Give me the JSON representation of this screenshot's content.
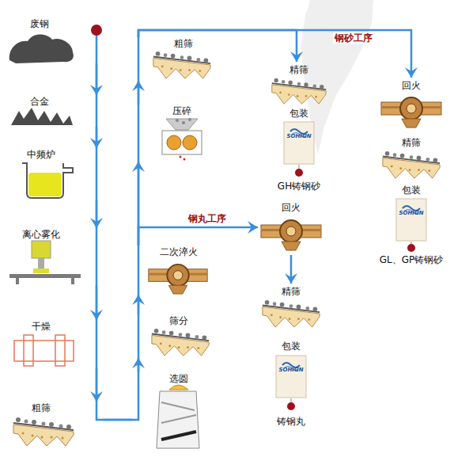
{
  "diagram": {
    "nodes": [
      {
        "text": [
          "废钢"
        ]
      },
      {
        "text": [
          "合金"
        ]
      },
      {
        "text": [
          "中频炉"
        ]
      },
      {
        "text": [
          "离心雾化"
        ]
      },
      {
        "text": [
          "干燥"
        ]
      },
      {
        "text": [
          "粗筛"
        ]
      },
      {
        "text": [
          "选圆"
        ]
      },
      {
        "text": [
          "筛分"
        ]
      },
      {
        "text": [
          "二次淬火"
        ]
      },
      {
        "text": [
          "压碎"
        ]
      },
      {
        "text": [
          "粗筛"
        ]
      },
      {
        "text": [
          "精筛"
        ]
      },
      {
        "text": [
          "包装",
          "GH铸钢砂"
        ]
      },
      {
        "text": [
          "回火"
        ]
      },
      {
        "text": [
          "精筛"
        ]
      },
      {
        "text": [
          "包装",
          "GL、GP铸钢砂"
        ]
      },
      {
        "text": [
          "回火"
        ]
      },
      {
        "text": [
          "精筛"
        ]
      },
      {
        "text": [
          "包装",
          "铸钢丸"
        ]
      }
    ],
    "edges": [
      {
        "from": 0,
        "to": 1,
        "arrow": "to"
      },
      {
        "from": 1,
        "to": 2,
        "arrow": "to"
      },
      {
        "from": 2,
        "to": 3,
        "arrow": "to"
      },
      {
        "from": 3,
        "to": 4,
        "arrow": "to"
      },
      {
        "from": 4,
        "to": 5,
        "arrow": "to"
      },
      {
        "from": 5,
        "to": 6,
        "arrow": "none"
      },
      {
        "from": 6,
        "to": 7,
        "arrow": "to"
      },
      {
        "from": 7,
        "to": 8,
        "arrow": "to"
      },
      {
        "from": 8,
        "to": 9,
        "arrow": "to"
      },
      {
        "from": 9,
        "to": 10,
        "arrow": "to"
      },
      {
        "from": 10,
        "to": 11,
        "arrow": "to"
      },
      {
        "from": 10,
        "to": 13,
        "label": "钢砂工序",
        "arrow": "to"
      },
      {
        "from": 8,
        "to": 16,
        "label": "钢丸工序",
        "arrow": "to"
      },
      {
        "from": 16,
        "to": 17,
        "arrow": "to"
      }
    ],
    "labels": [
      "SOHIGN",
      "SOHIGN",
      "SOHIGN"
    ]
  }
}
